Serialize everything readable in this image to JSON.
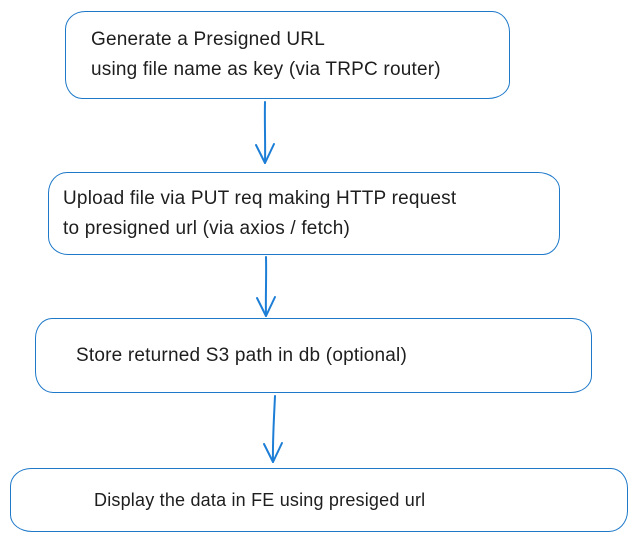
{
  "diagram": {
    "type": "flowchart",
    "direction": "top-down",
    "colors": {
      "stroke": "#1e79c9",
      "arrow": "#1c7ed6",
      "text": "#1e1e1e",
      "background": "#ffffff"
    },
    "nodes": [
      {
        "id": "generate-presigned-url",
        "shape": "rounded-rectangle",
        "lines": [
          "Generate a Presigned URL",
          "using file name as key (via TRPC router)"
        ]
      },
      {
        "id": "upload-file",
        "shape": "rounded-rectangle",
        "lines": [
          "Upload file via PUT req making HTTP request",
          "to presigned url (via axios / fetch)"
        ]
      },
      {
        "id": "store-s3-path",
        "shape": "rounded-rectangle",
        "lines": [
          "Store returned S3 path in db (optional)"
        ]
      },
      {
        "id": "display-data",
        "shape": "rounded-rectangle",
        "lines": [
          "Display the data in FE using presiged url"
        ]
      }
    ],
    "arrows": [
      {
        "from": "generate-presigned-url",
        "to": "upload-file",
        "direction": "down"
      },
      {
        "from": "upload-file",
        "to": "store-s3-path",
        "direction": "down"
      },
      {
        "from": "store-s3-path",
        "to": "display-data",
        "direction": "down"
      }
    ]
  }
}
